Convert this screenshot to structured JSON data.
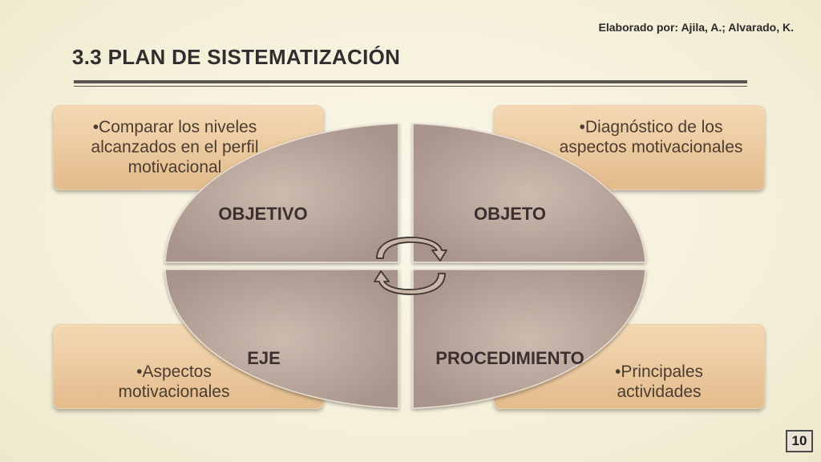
{
  "header": {
    "author": "Elaborado por: Ajila, A.; Alvarado, K.",
    "title": "3.3 PLAN DE SISTEMATIZACIÓN"
  },
  "cards": {
    "top_left": "Comparar los niveles alcanzados en el perfil motivacional",
    "top_right": "Diagnóstico de los aspectos motivacionales",
    "bottom_left": "Aspectos motivacionales",
    "bottom_right": "Principales actividades"
  },
  "quadrants": {
    "top_left": "OBJETIVO",
    "top_right": "OBJETO",
    "bottom_left": "EJE",
    "bottom_right": "PROCEDIMIENTO"
  },
  "icons": {
    "center": "circular-arrows-icon"
  },
  "colors": {
    "card": "#e6c196",
    "quadrant": "#b8a497",
    "rule": "#5a5550"
  },
  "footer": {
    "page_number": "10"
  }
}
